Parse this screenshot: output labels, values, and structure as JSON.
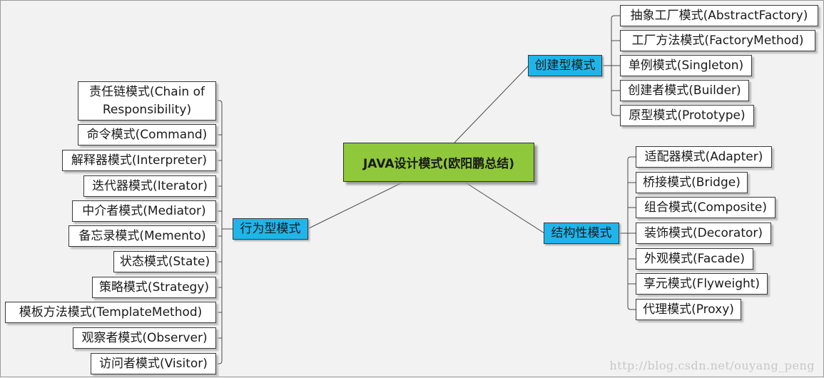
{
  "root": {
    "label": "JAVA设计模式(欧阳鹏总结)"
  },
  "creational": {
    "label": "创建型模式",
    "items": [
      "抽象工厂模式(AbstractFactory)",
      "工厂方法模式(FactoryMethod)",
      "单例模式(Singleton)",
      "创建者模式(Builder)",
      "原型模式(Prototype)"
    ]
  },
  "structural": {
    "label": "结构性模式",
    "items": [
      "适配器模式(Adapter)",
      "桥接模式(Bridge)",
      "组合模式(Composite)",
      "装饰模式(Decorator)",
      "外观模式(Facade)",
      "享元模式(Flyweight)",
      "代理模式(Proxy)"
    ]
  },
  "behavioral": {
    "label": "行为型模式",
    "items": [
      "责任链模式(Chain of Responsibility)",
      "命令模式(Command)",
      "解释器模式(Interpreter)",
      "迭代器模式(Iterator)",
      "中介者模式(Mediator)",
      "备忘录模式(Memento)",
      "状态模式(State)",
      "策略模式(Strategy)",
      "模板方法模式(TemplateMethod)",
      "观察者模式(Observer)",
      "访问者模式(Visitor)"
    ]
  },
  "watermark": "http://blog.csdn.net/ouyang_peng",
  "colors": {
    "root_fill": "#8fc83a",
    "category_fill": "#1fb5ea",
    "leaf_fill": "#ffffff",
    "background": "#f2f2f2"
  }
}
